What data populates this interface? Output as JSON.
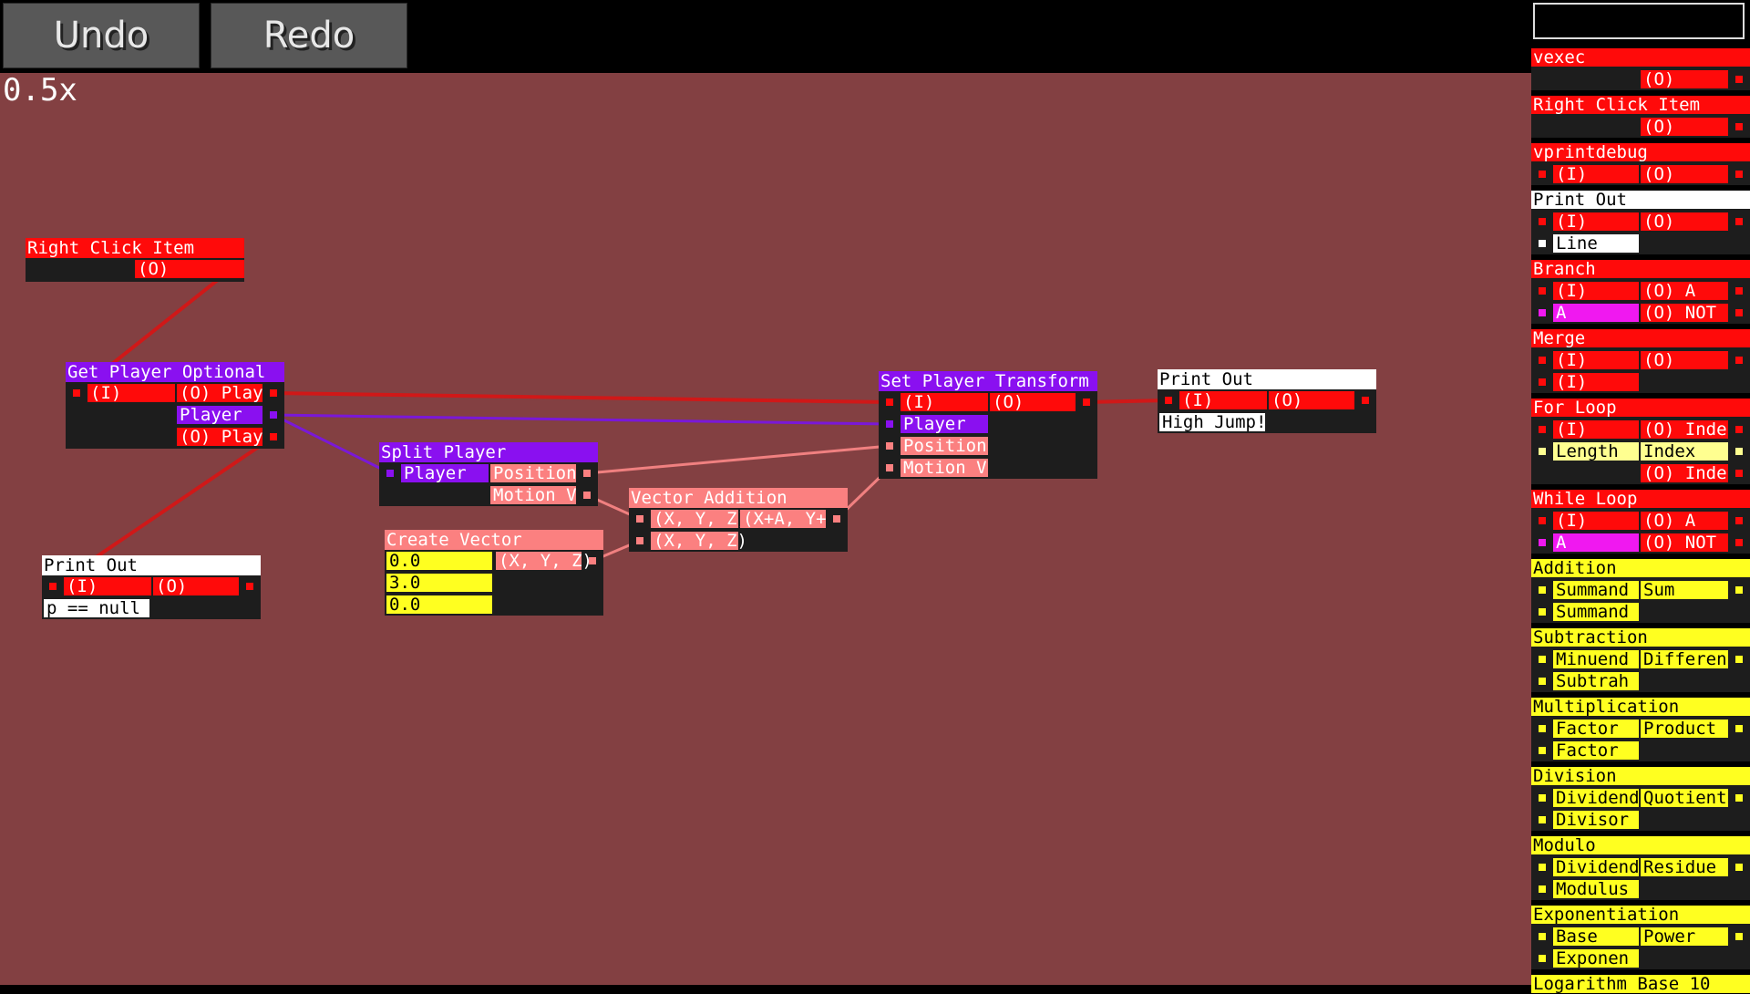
{
  "toolbar": {
    "undo_label": "Undo",
    "redo_label": "Redo"
  },
  "zoom_label": "0.5x",
  "search": {
    "value": ""
  },
  "colors": {
    "canvas": "#834042",
    "exec": "#ff0a0a",
    "print": "#ffffff",
    "player": "#8a10f0",
    "vector": "#fb8080",
    "number": "#ffff20",
    "boolean": "#f018f0",
    "int": "#ffff90"
  },
  "graph": {
    "right_click": {
      "title": "Right Click Item",
      "out": "(O)"
    },
    "get_player": {
      "title": "Get Player Optional",
      "in": "(I)",
      "out_play": "(O) Play",
      "player": "Player",
      "out_play2": "(O) Play"
    },
    "print_null": {
      "title": "Print Out",
      "in": "(I)",
      "out": "(O)",
      "line": "p == null"
    },
    "split_player": {
      "title": "Split Player",
      "player": "Player",
      "position": "Position",
      "motion": "Motion V"
    },
    "create_vector": {
      "title": "Create Vector",
      "x": "0.0",
      "y": "3.0",
      "z": "0.0",
      "out": "(X, Y, Z)"
    },
    "vector_add": {
      "title": "Vector Addition",
      "in1": "(X, Y, Z)",
      "out": "(X+A, Y+",
      "in2": "(X, Y, Z)"
    },
    "set_transform": {
      "title": "Set Player Transform",
      "in": "(I)",
      "out": "(O)",
      "player": "Player",
      "position": "Position",
      "motion": "Motion V"
    },
    "print_jump": {
      "title": "Print Out",
      "in": "(I)",
      "out": "(O)",
      "line": "High Jump!"
    }
  },
  "palette": {
    "vexec": {
      "title": "vexec",
      "out": "(O)"
    },
    "right_click": {
      "title": "Right Click Item",
      "out": "(O)"
    },
    "vprintdebug": {
      "title": "vprintdebug",
      "in": "(I)",
      "out": "(O)"
    },
    "print_out": {
      "title": "Print Out",
      "in": "(I)",
      "out": "(O)",
      "line": "Line"
    },
    "branch": {
      "title": "Branch",
      "in": "(I)",
      "out_a": "(O) A",
      "a": "A",
      "out_not": "(O) NOT"
    },
    "merge": {
      "title": "Merge",
      "in1": "(I)",
      "out": "(O)",
      "in2": "(I)"
    },
    "for_loop": {
      "title": "For Loop",
      "in": "(I)",
      "out_index": "(O) Inde",
      "length": "Length",
      "index": "Index",
      "out_index2": "(O) Inde"
    },
    "while_loop": {
      "title": "While Loop",
      "in": "(I)",
      "out_a": "(O) A",
      "a": "A",
      "out_not": "(O) NOT"
    },
    "addition": {
      "title": "Addition",
      "in1": "Summand",
      "out": "Sum",
      "in2": "Summand"
    },
    "subtraction": {
      "title": "Subtraction",
      "in1": "Minuend",
      "out": "Differen",
      "in2": "Subtrah"
    },
    "multiplication": {
      "title": "Multiplication",
      "in1": "Factor",
      "out": "Product",
      "in2": "Factor"
    },
    "division": {
      "title": "Division",
      "in1": "Dividend",
      "out": "Quotient",
      "in2": "Divisor"
    },
    "modulo": {
      "title": "Modulo",
      "in1": "Dividend",
      "out": "Residue",
      "in2": "Modulus"
    },
    "exponentiation": {
      "title": "Exponentiation",
      "in1": "Base",
      "out": "Power",
      "in2": "Exponen"
    },
    "logarithm": {
      "title": "Logarithm Base 10"
    }
  }
}
